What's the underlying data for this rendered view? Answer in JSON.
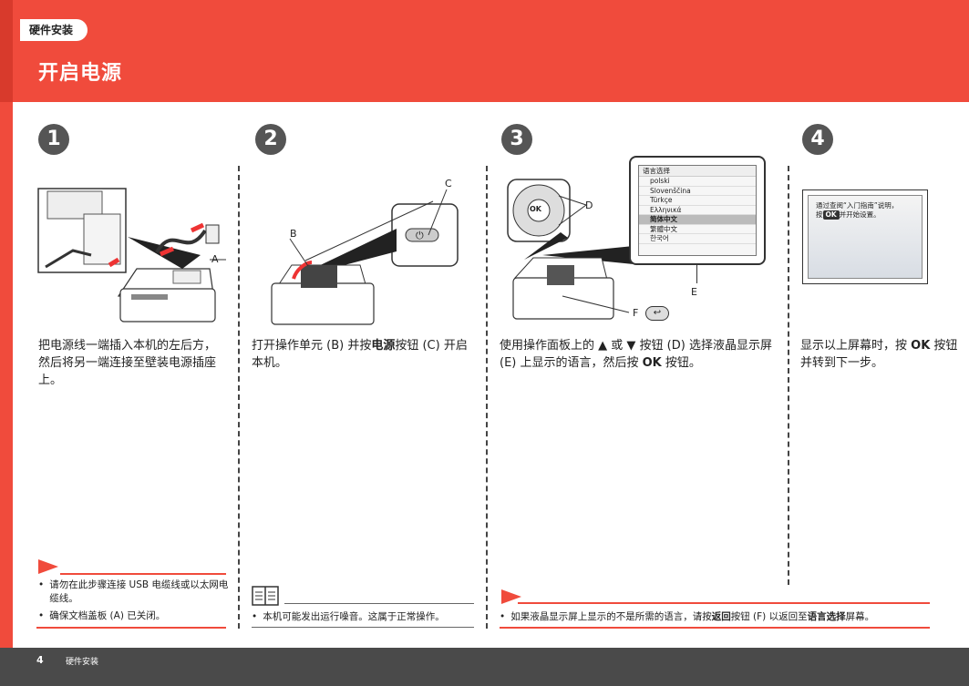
{
  "header": {
    "section_pill": "硬件安装",
    "title": "开启电源"
  },
  "steps": [
    {
      "num": "1",
      "desc_parts": [
        "把电源线一端插入本机的左后方，然后将另一端连接至壁装电源插座上。"
      ]
    },
    {
      "num": "2",
      "desc_a": "打开操作单元 (B) 并按",
      "desc_bold": "电源",
      "desc_b": "按钮 (C) 开启本机。"
    },
    {
      "num": "3",
      "desc_a": "使用操作面板上的 ▲ 或 ▼ 按钮 (D) 选择液晶显示屏 (E) 上显示的语言，然后按 ",
      "desc_bold": "OK",
      "desc_b": " 按钮。"
    },
    {
      "num": "4",
      "desc_a": "显示以上屏幕时，按 ",
      "desc_bold": "OK",
      "desc_b": " 按钮并转到下一步。"
    }
  ],
  "labels": {
    "a": "A",
    "b": "B",
    "c": "C",
    "d": "D",
    "e": "E",
    "f": "F",
    "ok": "OK"
  },
  "lcd": {
    "header": "语言选择",
    "rows": [
      "polski",
      "Slovenščina",
      "Türkçe",
      "Ελληνικά",
      "简体中文",
      "繁體中文",
      "한국어"
    ],
    "selected_index": 4
  },
  "screen4": {
    "line1": "通过查阅“入门指南”说明，",
    "line2a": "按",
    "line2_ok": "OK",
    "line2b": "并开始设置。"
  },
  "notes": {
    "col1": [
      "请勿在此步骤连接 USB 电缆线或以太网电缆线。",
      "确保文档盖板 (A) 已关闭。"
    ],
    "col2": [
      "本机可能发出运行噪音。这属于正常操作。"
    ],
    "col3_a": "如果液晶显示屏上显示的不是所需的语言，请按",
    "col3_bold1": "返回",
    "col3_b": "按钮 (F) 以返回至",
    "col3_bold2": "语言选择",
    "col3_c": "屏幕。",
    "bullet": "•"
  },
  "footer": {
    "page": "4",
    "section": "硬件安装"
  },
  "colors": {
    "accent": "#f04b3c",
    "footer": "#4a4a4a"
  }
}
